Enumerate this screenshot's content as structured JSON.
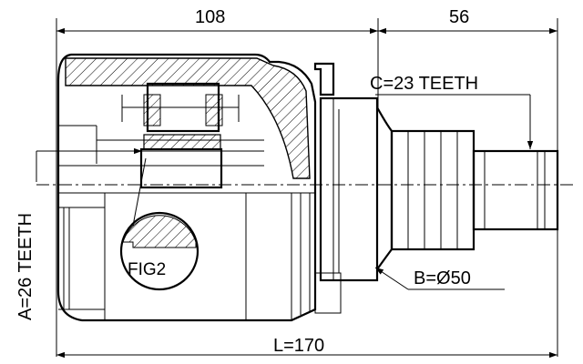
{
  "drawing": {
    "dimensions": {
      "housing_length": "108",
      "shaft_length": "56",
      "total_length": "L=170"
    },
    "callouts": {
      "spline_a": "A=26 TEETH",
      "spline_c": "C=23 TEETH",
      "seal_diameter": "B=Ø50",
      "detail_ref": "FIG2"
    }
  }
}
